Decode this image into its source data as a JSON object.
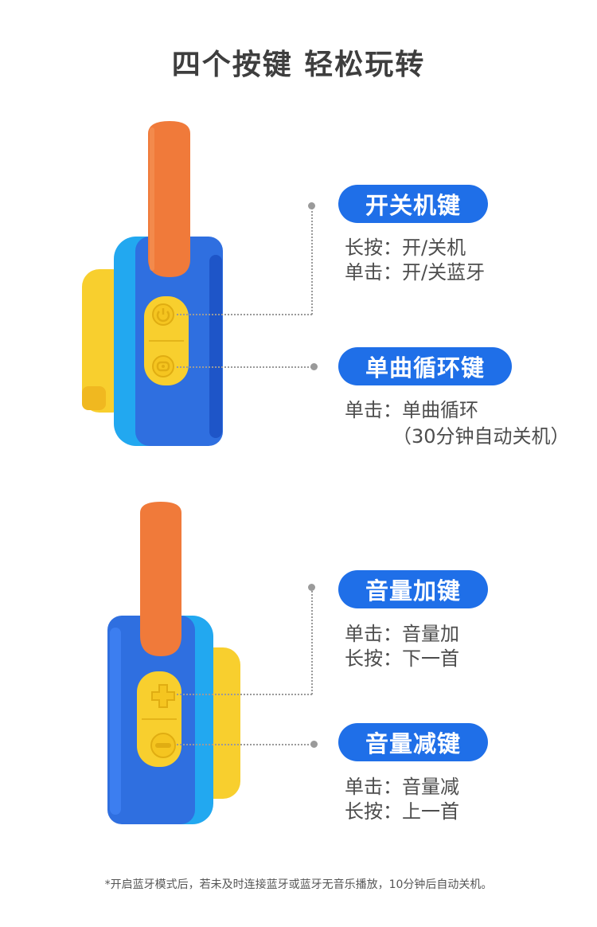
{
  "title": "四个按键 轻松玩转",
  "buttons": [
    {
      "name": "开关机键",
      "lines": [
        "长按：开/关机",
        "单击：开/关蓝牙"
      ]
    },
    {
      "name": "单曲循环键",
      "lines": [
        "单击：单曲循环",
        "（30分钟自动关机）"
      ]
    },
    {
      "name": "音量加键",
      "lines": [
        "单击：音量加",
        "长按：下一首"
      ]
    },
    {
      "name": "音量减键",
      "lines": [
        "单击：音量减",
        "长按：上一首"
      ]
    }
  ],
  "footnote": "*开启蓝牙模式后，若未及时连接蓝牙或蓝牙无音乐播放，10分钟后自动关机。",
  "colors": {
    "pill": "#1f6fe8",
    "device_blue": "#2f7de5",
    "device_side": "#1fa3ef",
    "handle": "#f07a3a",
    "yellow": "#f8cf2e"
  },
  "icons": [
    "power-icon",
    "repeat-icon",
    "plus-icon",
    "minus-icon"
  ]
}
